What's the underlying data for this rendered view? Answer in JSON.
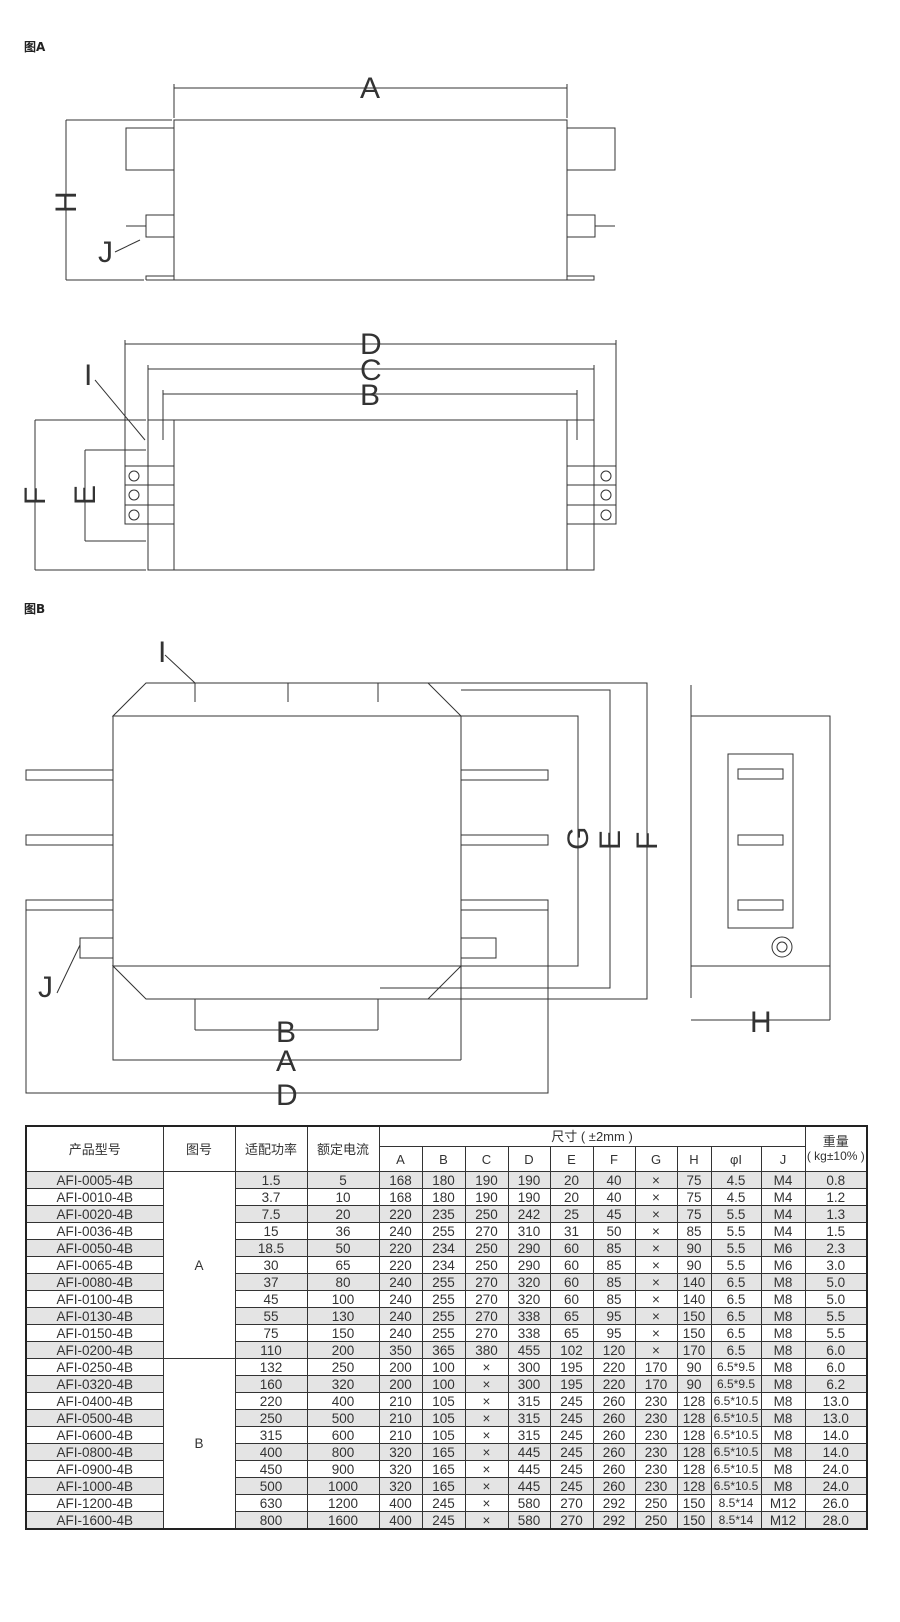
{
  "figures": {
    "a_title": "图A",
    "b_title": "图B",
    "a_labels": {
      "A": "A",
      "H": "H",
      "J": "J",
      "D": "D",
      "C": "C",
      "B": "B",
      "I": "I",
      "F": "F",
      "E": "E"
    },
    "b_labels": {
      "I": "I",
      "J": "J",
      "B": "B",
      "A": "A",
      "D": "D",
      "G": "G",
      "E": "E",
      "F": "F",
      "H": "H"
    }
  },
  "table": {
    "headers": {
      "model": "产品型号",
      "figure": "图号",
      "power": "适配功率",
      "current": "额定电流",
      "dims": "尺寸 ( ±2mm )",
      "weight": "重量",
      "weight_unit": "( kg±10% )",
      "dim_cols": [
        "A",
        "B",
        "C",
        "D",
        "E",
        "F",
        "G",
        "H",
        "φI",
        "J"
      ]
    },
    "group_a": "A",
    "group_b": "B",
    "rows": [
      [
        "AFI-0005-4B",
        "1.5",
        "5",
        "168",
        "180",
        "190",
        "190",
        "20",
        "40",
        "×",
        "75",
        "4.5",
        "M4",
        "0.8"
      ],
      [
        "AFI-0010-4B",
        "3.7",
        "10",
        "168",
        "180",
        "190",
        "190",
        "20",
        "40",
        "×",
        "75",
        "4.5",
        "M4",
        "1.2"
      ],
      [
        "AFI-0020-4B",
        "7.5",
        "20",
        "220",
        "235",
        "250",
        "242",
        "25",
        "45",
        "×",
        "75",
        "5.5",
        "M4",
        "1.3"
      ],
      [
        "AFI-0036-4B",
        "15",
        "36",
        "240",
        "255",
        "270",
        "310",
        "31",
        "50",
        "×",
        "85",
        "5.5",
        "M4",
        "1.5"
      ],
      [
        "AFI-0050-4B",
        "18.5",
        "50",
        "220",
        "234",
        "250",
        "290",
        "60",
        "85",
        "×",
        "90",
        "5.5",
        "M6",
        "2.3"
      ],
      [
        "AFI-0065-4B",
        "30",
        "65",
        "220",
        "234",
        "250",
        "290",
        "60",
        "85",
        "×",
        "90",
        "5.5",
        "M6",
        "3.0"
      ],
      [
        "AFI-0080-4B",
        "37",
        "80",
        "240",
        "255",
        "270",
        "320",
        "60",
        "85",
        "×",
        "140",
        "6.5",
        "M8",
        "5.0"
      ],
      [
        "AFI-0100-4B",
        "45",
        "100",
        "240",
        "255",
        "270",
        "320",
        "60",
        "85",
        "×",
        "140",
        "6.5",
        "M8",
        "5.0"
      ],
      [
        "AFI-0130-4B",
        "55",
        "130",
        "240",
        "255",
        "270",
        "338",
        "65",
        "95",
        "×",
        "150",
        "6.5",
        "M8",
        "5.5"
      ],
      [
        "AFI-0150-4B",
        "75",
        "150",
        "240",
        "255",
        "270",
        "338",
        "65",
        "95",
        "×",
        "150",
        "6.5",
        "M8",
        "5.5"
      ],
      [
        "AFI-0200-4B",
        "110",
        "200",
        "350",
        "365",
        "380",
        "455",
        "102",
        "120",
        "×",
        "170",
        "6.5",
        "M8",
        "6.0"
      ],
      [
        "AFI-0250-4B",
        "132",
        "250",
        "200",
        "100",
        "×",
        "300",
        "195",
        "220",
        "170",
        "90",
        "6.5*9.5",
        "M8",
        "6.0"
      ],
      [
        "AFI-0320-4B",
        "160",
        "320",
        "200",
        "100",
        "×",
        "300",
        "195",
        "220",
        "170",
        "90",
        "6.5*9.5",
        "M8",
        "6.2"
      ],
      [
        "AFI-0400-4B",
        "220",
        "400",
        "210",
        "105",
        "×",
        "315",
        "245",
        "260",
        "230",
        "128",
        "6.5*10.5",
        "M8",
        "13.0"
      ],
      [
        "AFI-0500-4B",
        "250",
        "500",
        "210",
        "105",
        "×",
        "315",
        "245",
        "260",
        "230",
        "128",
        "6.5*10.5",
        "M8",
        "13.0"
      ],
      [
        "AFI-0600-4B",
        "315",
        "600",
        "210",
        "105",
        "×",
        "315",
        "245",
        "260",
        "230",
        "128",
        "6.5*10.5",
        "M8",
        "14.0"
      ],
      [
        "AFI-0800-4B",
        "400",
        "800",
        "320",
        "165",
        "×",
        "445",
        "245",
        "260",
        "230",
        "128",
        "6.5*10.5",
        "M8",
        "14.0"
      ],
      [
        "AFI-0900-4B",
        "450",
        "900",
        "320",
        "165",
        "×",
        "445",
        "245",
        "260",
        "230",
        "128",
        "6.5*10.5",
        "M8",
        "24.0"
      ],
      [
        "AFI-1000-4B",
        "500",
        "1000",
        "320",
        "165",
        "×",
        "445",
        "245",
        "260",
        "230",
        "128",
        "6.5*10.5",
        "M8",
        "24.0"
      ],
      [
        "AFI-1200-4B",
        "630",
        "1200",
        "400",
        "245",
        "×",
        "580",
        "270",
        "292",
        "250",
        "150",
        "8.5*14",
        "M12",
        "26.0"
      ],
      [
        "AFI-1600-4B",
        "800",
        "1600",
        "400",
        "245",
        "×",
        "580",
        "270",
        "292",
        "250",
        "150",
        "8.5*14",
        "M12",
        "28.0"
      ]
    ]
  }
}
